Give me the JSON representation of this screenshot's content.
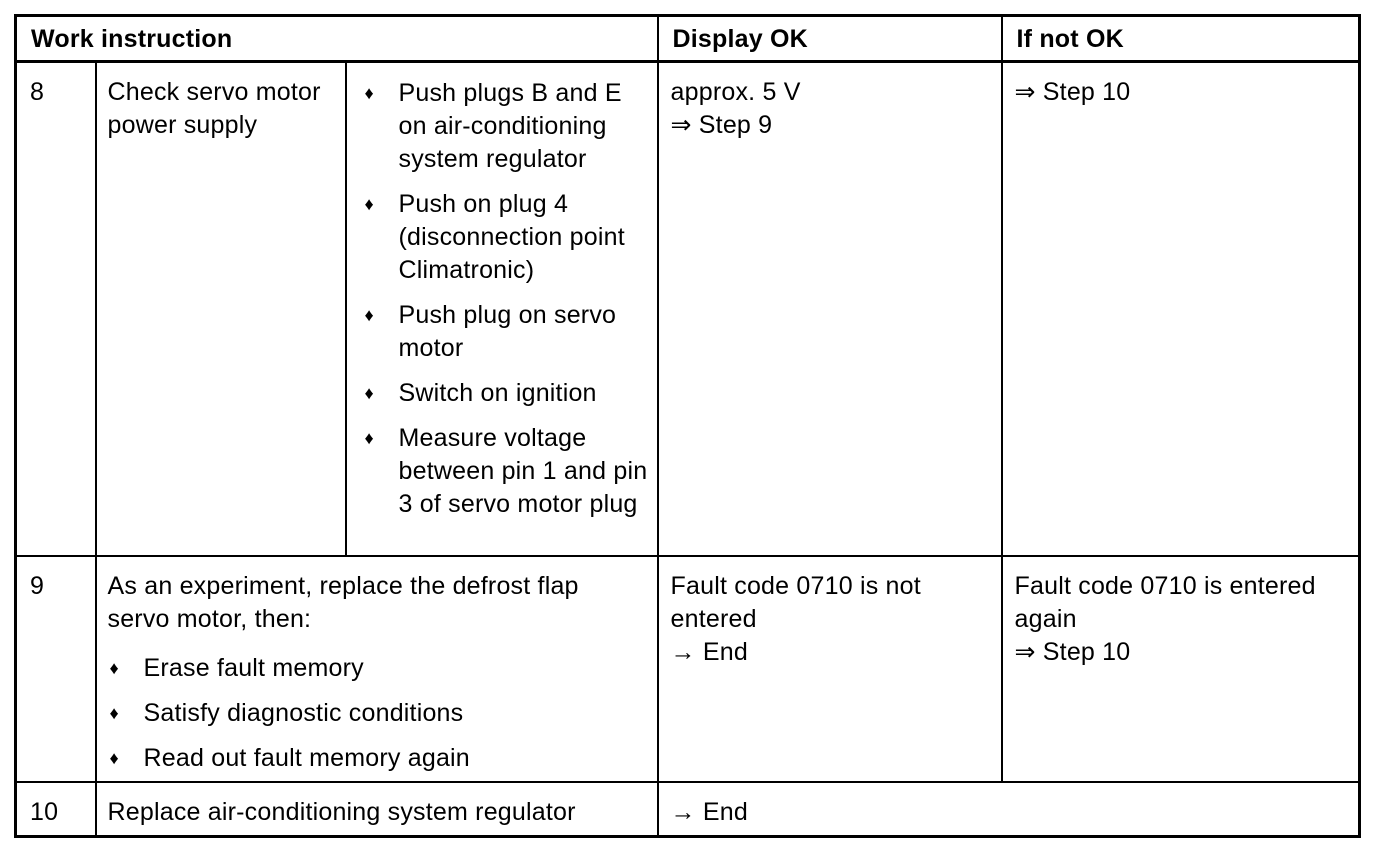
{
  "page": {
    "background": "#ffffff",
    "text_color": "#000000",
    "border_color": "#000000"
  },
  "icons": {
    "bullet_diamond": "♦"
  },
  "table": {
    "headers": {
      "work_instruction": "Work instruction",
      "display_ok": "Display OK",
      "if_not_ok": "If not OK"
    },
    "rows": [
      {
        "step": "8",
        "description": "Check servo motor power supply",
        "actions": [
          "Push plugs B and E on air-conditioning system regulator",
          "Push on plug 4 (disconnection point Climatronic)",
          "Push plug on servo motor",
          "Switch on ignition",
          "Measure voltage between pin 1 and pin 3 of servo motor plug"
        ],
        "display_ok": [
          "approx. 5 V",
          "⇒ Step 9"
        ],
        "if_not_ok": [
          "⇒ Step 10"
        ]
      },
      {
        "step": "9",
        "instruction_intro": "As an experiment, replace the defrost flap servo motor, then:",
        "actions": [
          "Erase fault memory",
          "Satisfy diagnostic conditions",
          "Read out fault memory again"
        ],
        "display_ok": [
          "Fault code 0710 is not entered",
          "→ End"
        ],
        "if_not_ok": [
          "Fault code 0710 is entered again",
          "⇒ Step 10"
        ]
      },
      {
        "step": "10",
        "instruction": "Replace air-conditioning system regulator",
        "result": [
          "→ End"
        ]
      }
    ]
  }
}
